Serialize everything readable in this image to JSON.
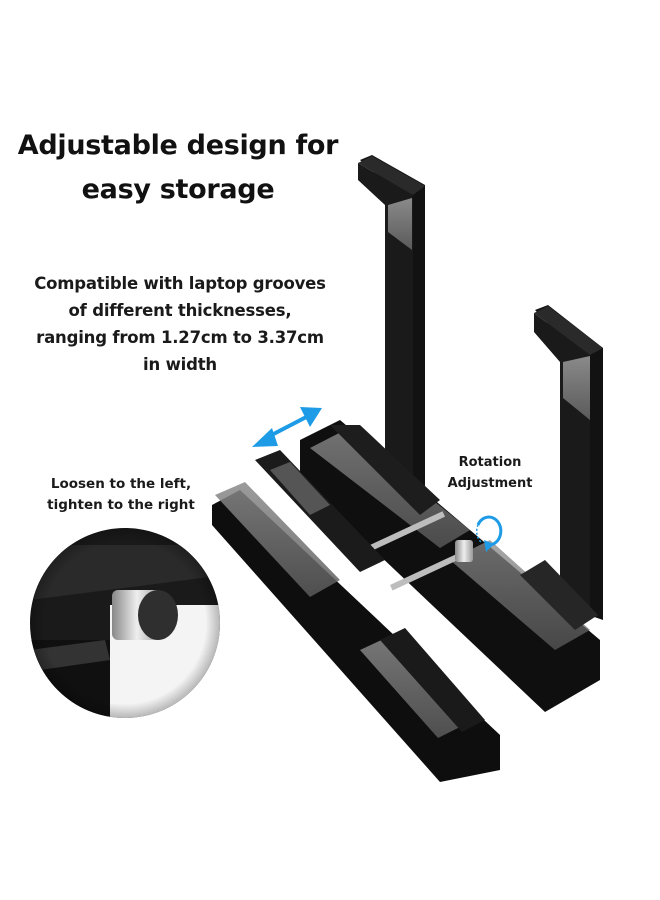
{
  "headline": {
    "line1": "Adjustable design for",
    "line2": "easy storage"
  },
  "compatibility": {
    "line1": "Compatible with laptop grooves",
    "line2": "of different thicknesses,",
    "line3": "ranging from 1.27cm to 3.37cm",
    "line4": "in width"
  },
  "callouts": {
    "knob": {
      "line1": "Loosen to the left,",
      "line2": "tighten to the right"
    },
    "rotation": {
      "line1": "Rotation",
      "line2": "Adjustment"
    }
  },
  "icons": {
    "width_adjust": "double-arrow-icon",
    "rotation": "rotate-arrow-icon"
  },
  "colors": {
    "background": "#ffffff",
    "text": "#111111",
    "accent_arrow": "#1e9be6",
    "product_black": "#141414",
    "product_highlight": "#6e6e6e"
  }
}
